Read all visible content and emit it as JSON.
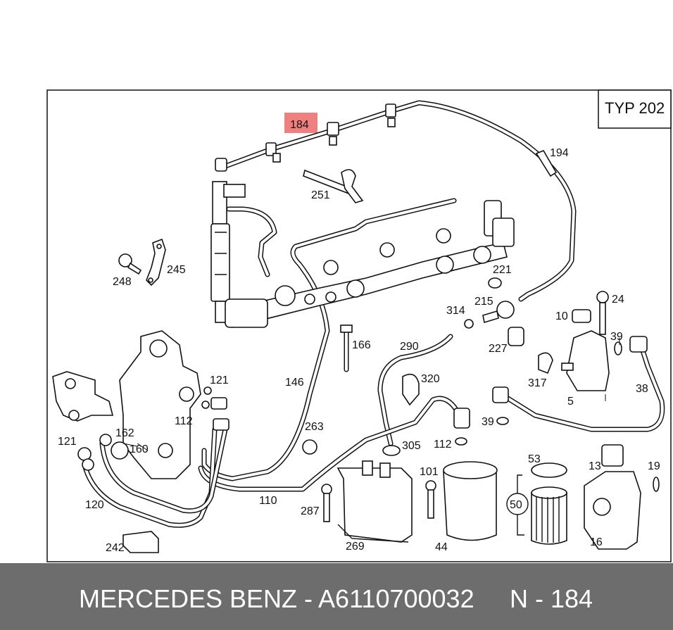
{
  "diagram": {
    "type_label": "TYP 202",
    "highlight_color": "#f08080",
    "callouts": [
      {
        "id": "184",
        "text": "184",
        "highlighted": true
      },
      {
        "id": "194",
        "text": "194"
      },
      {
        "id": "251",
        "text": "251"
      },
      {
        "id": "245",
        "text": "245"
      },
      {
        "id": "248",
        "text": "248"
      },
      {
        "id": "221",
        "text": "221"
      },
      {
        "id": "215",
        "text": "215"
      },
      {
        "id": "314",
        "text": "314"
      },
      {
        "id": "24",
        "text": "24"
      },
      {
        "id": "10",
        "text": "10"
      },
      {
        "id": "39a",
        "text": "39"
      },
      {
        "id": "166",
        "text": "166"
      },
      {
        "id": "290",
        "text": "290"
      },
      {
        "id": "227",
        "text": "227"
      },
      {
        "id": "317",
        "text": "317"
      },
      {
        "id": "38",
        "text": "38"
      },
      {
        "id": "5",
        "text": "5"
      },
      {
        "id": "121a",
        "text": "121"
      },
      {
        "id": "146",
        "text": "146"
      },
      {
        "id": "320",
        "text": "320"
      },
      {
        "id": "112a",
        "text": "112"
      },
      {
        "id": "263",
        "text": "263"
      },
      {
        "id": "39b",
        "text": "39"
      },
      {
        "id": "121b",
        "text": "121"
      },
      {
        "id": "162",
        "text": "162"
      },
      {
        "id": "160",
        "text": "160"
      },
      {
        "id": "305",
        "text": "305"
      },
      {
        "id": "112b",
        "text": "112"
      },
      {
        "id": "53",
        "text": "53"
      },
      {
        "id": "13",
        "text": "13"
      },
      {
        "id": "19",
        "text": "19"
      },
      {
        "id": "101",
        "text": "101"
      },
      {
        "id": "110",
        "text": "110"
      },
      {
        "id": "120",
        "text": "120"
      },
      {
        "id": "287",
        "text": "287"
      },
      {
        "id": "50",
        "text": "50"
      },
      {
        "id": "16",
        "text": "16"
      },
      {
        "id": "242",
        "text": "242"
      },
      {
        "id": "269",
        "text": "269"
      },
      {
        "id": "44",
        "text": "44"
      }
    ]
  },
  "footer": {
    "brand_part": "MERCEDES BENZ - A6110700032",
    "ref": "N - 184",
    "background": "#6d6d6d"
  }
}
